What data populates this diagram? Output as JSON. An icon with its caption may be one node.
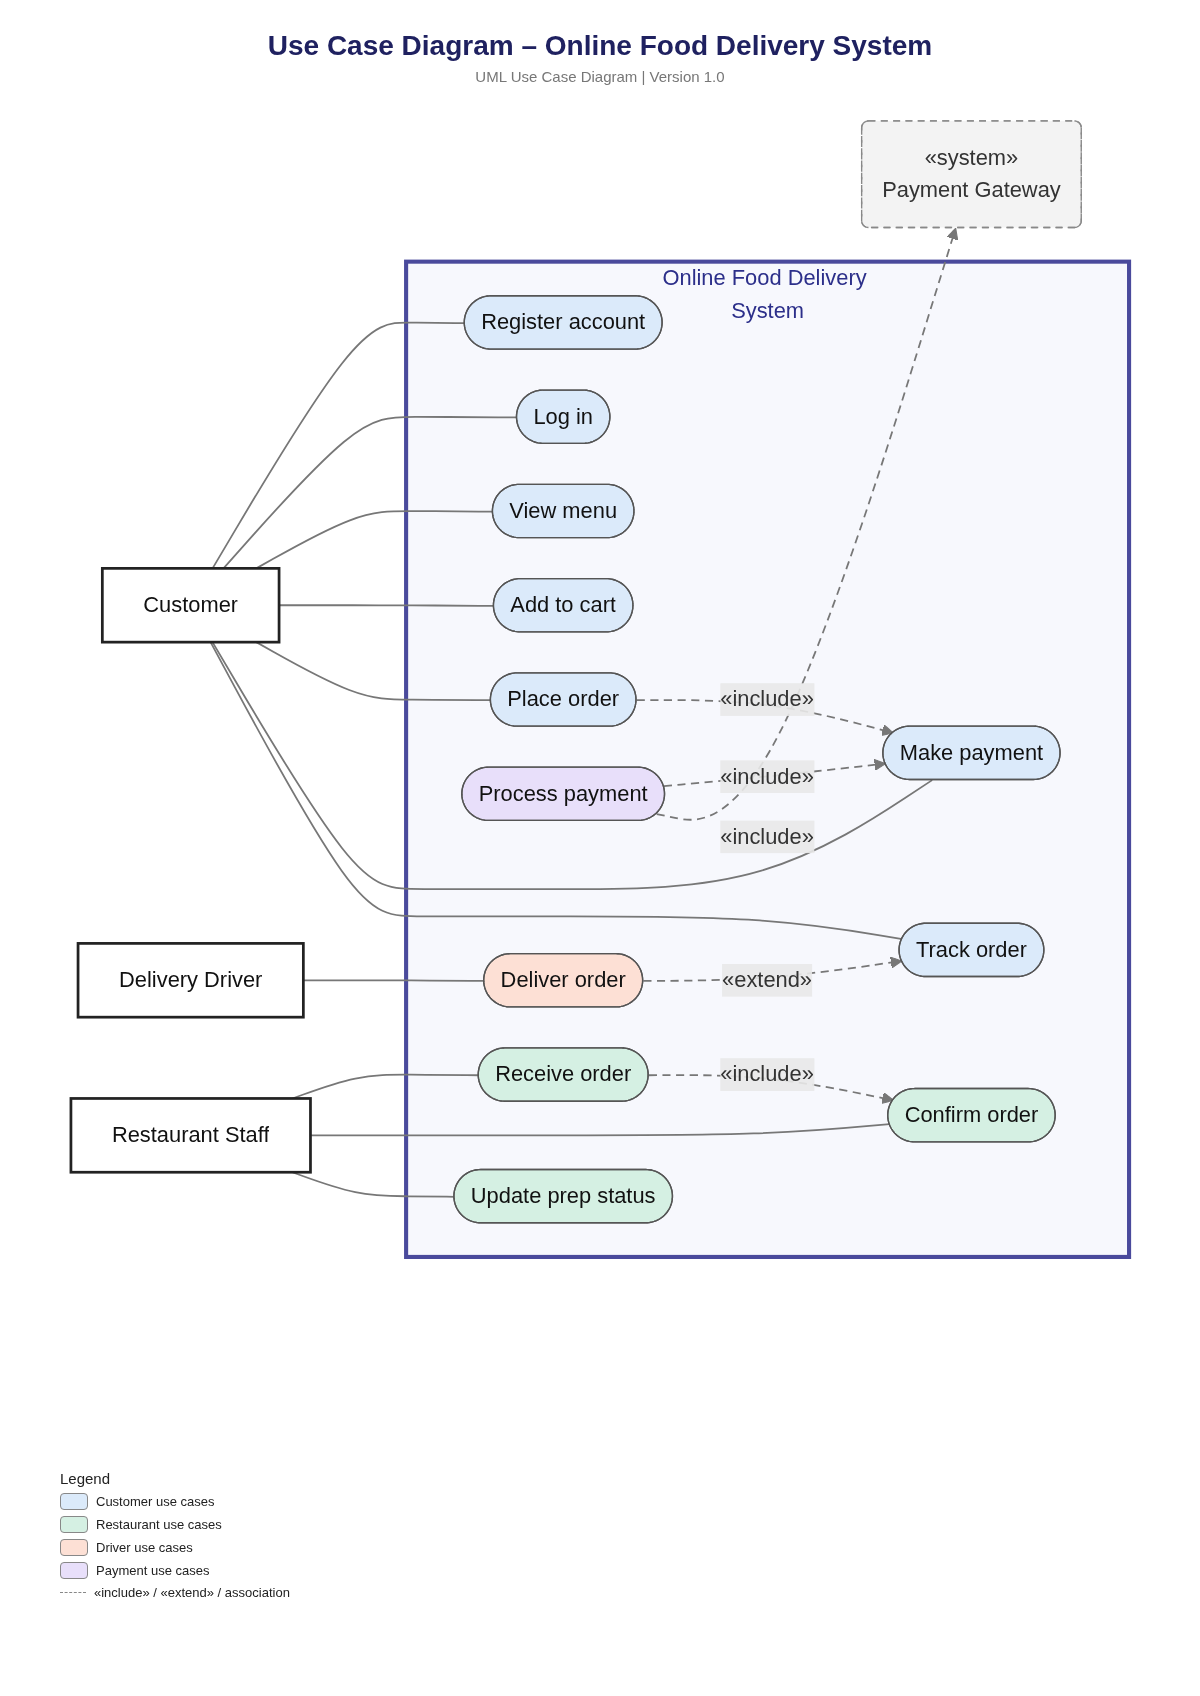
{
  "diagram": {
    "title": "Use Case Diagram – Online Food Delivery System",
    "nodes": [
      {
        "text": [
          "Customer"
        ]
      },
      {
        "text": [
          "Online Food Delivery System"
        ]
      },
      {
        "text": [
          "Register account"
        ],
        "in": 1
      },
      {
        "text": [
          "Log in"
        ],
        "in": 1
      },
      {
        "text": [
          "View menu"
        ],
        "in": 1
      },
      {
        "text": [
          "Add to cart"
        ],
        "in": 1
      },
      {
        "text": [
          "Place order"
        ],
        "in": 1
      },
      {
        "text": [
          "Make payment"
        ],
        "in": 1
      },
      {
        "text": [
          "Process payment"
        ],
        "in": 1
      },
      {
        "text": [
          "Track order"
        ],
        "in": 1
      },
      {
        "text": [
          "Receive order"
        ],
        "in": 1
      },
      {
        "text": [
          "Confirm order"
        ],
        "in": 1
      },
      {
        "text": [
          "Update prep status"
        ],
        "in": 1
      },
      {
        "text": [
          "Deliver order"
        ],
        "in": 1
      },
      {
        "text": [
          "Restaurant Staff"
        ]
      },
      {
        "text": [
          "Delivery Driver"
        ]
      },
      {
        "text": [
          "«system»",
          "Payment Gateway"
        ]
      }
    ],
    "edges": [
      {
        "from": 0,
        "to": 2,
        "arrow": "none"
      },
      {
        "from": 0,
        "to": 3,
        "arrow": "none"
      },
      {
        "from": 0,
        "to": 4,
        "arrow": "none"
      },
      {
        "from": 0,
        "to": 5,
        "arrow": "none"
      },
      {
        "from": 0,
        "to": 6,
        "arrow": "none"
      },
      {
        "from": 0,
        "to": 7,
        "arrow": "none"
      },
      {
        "from": 0,
        "to": 9,
        "arrow": "none"
      },
      {
        "from": 6,
        "to": 7,
        "arrow": "to",
        "label": "«include»",
        "style": "dashed"
      },
      {
        "from": 8,
        "to": 7,
        "arrow": "to",
        "label": "«include»",
        "style": "dashed"
      },
      {
        "from": 8,
        "to": 16,
        "arrow": "to",
        "label": "«include»",
        "style": "dashed"
      },
      {
        "from": 13,
        "to": 9,
        "arrow": "to",
        "label": "«extend»",
        "style": "dashed"
      },
      {
        "from": 10,
        "to": 11,
        "arrow": "to",
        "label": "«include»",
        "style": "dashed"
      },
      {
        "from": 14,
        "to": 10,
        "arrow": "none"
      },
      {
        "from": 14,
        "to": 11,
        "arrow": "none"
      },
      {
        "from": 14,
        "to": 12,
        "arrow": "none"
      },
      {
        "from": 15,
        "to": 13,
        "arrow": "none"
      }
    ],
    "labels": [
      "UML Use Case Diagram | Version 1.0",
      "Legend"
    ],
    "legend": [
      {
        "text": "Customer use cases",
        "color": "#dbeafa"
      },
      {
        "text": "Restaurant use cases",
        "color": "#d5f0e3"
      },
      {
        "text": "Driver use cases",
        "color": "#fde0d5"
      },
      {
        "text": "Payment use cases",
        "color": "#e8dffa"
      },
      {
        "text": "«include» / «extend» / association"
      }
    ]
  }
}
